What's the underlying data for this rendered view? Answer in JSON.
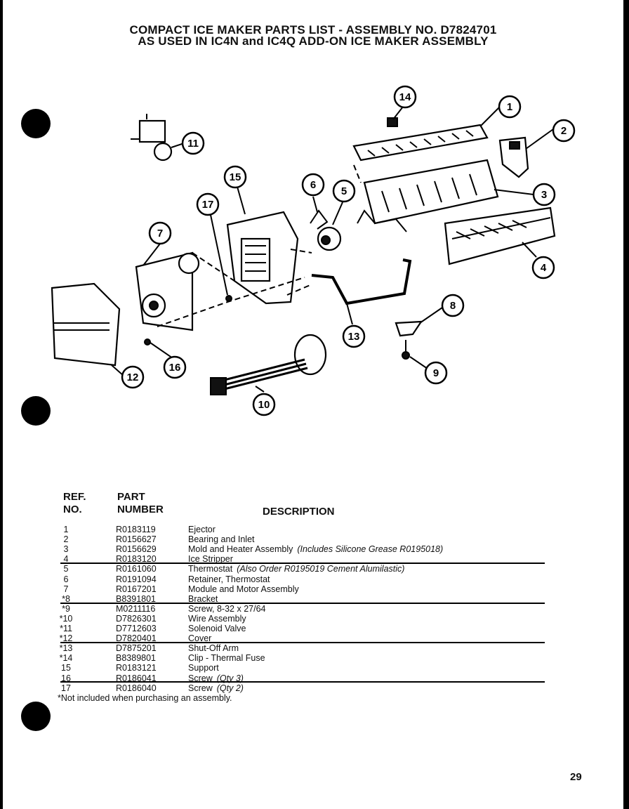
{
  "title": {
    "line1": "COMPACT ICE MAKER PARTS LIST - ASSEMBLY NO. D7824701",
    "line2": "AS USED IN IC4N and IC4Q ADD-ON ICE MAKER ASSEMBLY"
  },
  "diagram": {
    "callouts": [
      "1",
      "2",
      "3",
      "4",
      "5",
      "6",
      "7",
      "8",
      "9",
      "10",
      "11",
      "12",
      "13",
      "14",
      "15",
      "16",
      "17"
    ]
  },
  "table": {
    "headers": {
      "ref_line1": "REF.",
      "ref_line2": "NO.",
      "part_line1": "PART",
      "part_line2": "NUMBER",
      "description": "DESCRIPTION"
    },
    "rows": [
      {
        "ref": "1",
        "part": "R0183119",
        "desc": "Ejector",
        "note": ""
      },
      {
        "ref": "2",
        "part": "R0156627",
        "desc": "Bearing and Inlet",
        "note": ""
      },
      {
        "ref": "3",
        "part": "R0156629",
        "desc": "Mold and Heater Assembly",
        "note": "(Includes Silicone Grease R0195018)"
      },
      {
        "ref": "4",
        "part": "R0183120",
        "desc": "Ice Stripper",
        "note": ""
      },
      {
        "ref": "5",
        "part": "R0161060",
        "desc": "Thermostat",
        "note": "(Also Order R0195019 Cement Alumilastic)"
      },
      {
        "ref": "6",
        "part": "R0191094",
        "desc": "Retainer, Thermostat",
        "note": ""
      },
      {
        "ref": "7",
        "part": "R0167201",
        "desc": "Module and Motor Assembly",
        "note": ""
      },
      {
        "ref": "*8",
        "part": "B8391801",
        "desc": "Bracket",
        "note": ""
      },
      {
        "ref": "*9",
        "part": "M0211116",
        "desc": "Screw, 8-32 x 27/64",
        "note": ""
      },
      {
        "ref": "*10",
        "part": "D7826301",
        "desc": "Wire Assembly",
        "note": ""
      },
      {
        "ref": "*11",
        "part": "D7712603",
        "desc": "Solenoid Valve",
        "note": ""
      },
      {
        "ref": "*12",
        "part": "D7820401",
        "desc": "Cover",
        "note": ""
      },
      {
        "ref": "*13",
        "part": "D7875201",
        "desc": "Shut-Off Arm",
        "note": ""
      },
      {
        "ref": "*14",
        "part": "B8389801",
        "desc": "Clip - Thermal Fuse",
        "note": ""
      },
      {
        "ref": "15",
        "part": "R0183121",
        "desc": "Support",
        "note": ""
      },
      {
        "ref": "16",
        "part": "R0186041",
        "desc": "Screw",
        "note": "(Qty 3)"
      },
      {
        "ref": "17",
        "part": "R0186040",
        "desc": "Screw",
        "note": "(Qty 2)"
      }
    ]
  },
  "footnote": "*Not included when purchasing an assembly.",
  "page_number": "29"
}
